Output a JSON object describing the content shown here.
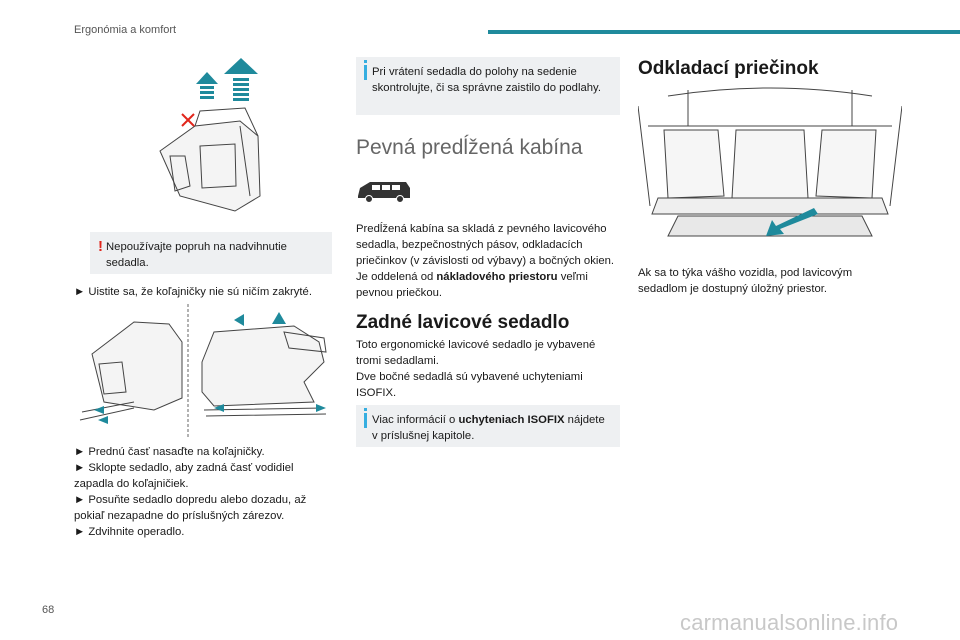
{
  "header": {
    "section": "Ergonómia a komfort"
  },
  "page_number": "68",
  "watermark": "carmanualsonline.info",
  "colors": {
    "accent": "#1f8a9c",
    "warning": "#e1261c",
    "info": "#35aee0",
    "note_bg": "#eef0f2"
  },
  "col1": {
    "warning_text": "Nepoužívajte popruh na nadvihnutie sedadla.",
    "bullet1": "► Uistite sa, že koľajničky nie sú ničím zakryté.",
    "steps": [
      "► Prednú časť nasaďte na koľajničky.",
      "► Sklopte sedadlo, aby zadná časť vodidiel zapadla do koľajničiek.",
      "► Posuňte sedadlo dopredu alebo dozadu, až pokiaľ nezapadne do príslušných zárezov.",
      "► Zdvihnite operadlo."
    ]
  },
  "col2": {
    "info1": "Pri vrátení sedadla do polohy na sedenie skontrolujte, či sa správne zaistilo do podlahy.",
    "section_title": "Pevná predĺžená kabína",
    "para1_a": "Predĺžená kabína sa skladá z pevného lavicového sedadla, bezpečnostných pásov, odkladacích priečinkov (v závislosti od výbavy) a bočných okien. Je oddelená od ",
    "para1_bold": "nákladového priestoru",
    "para1_b": " veľmi pevnou priečkou.",
    "subtitle": "Zadné lavicové sedadlo",
    "para2": "Toto ergonomické lavicové sedadlo je vybavené tromi sedadlami.",
    "para3": "Dve bočné sedadlá sú vybavené uchyteniami ISOFIX.",
    "info2_a": "Viac informácií o ",
    "info2_bold": "uchyteniach ISOFIX",
    "info2_b": " nájdete v príslušnej kapitole."
  },
  "col3": {
    "subtitle": "Odkladací priečinok",
    "para": "Ak sa to týka vášho vozidla, pod lavicovým sedadlom je dostupný úložný priestor."
  }
}
